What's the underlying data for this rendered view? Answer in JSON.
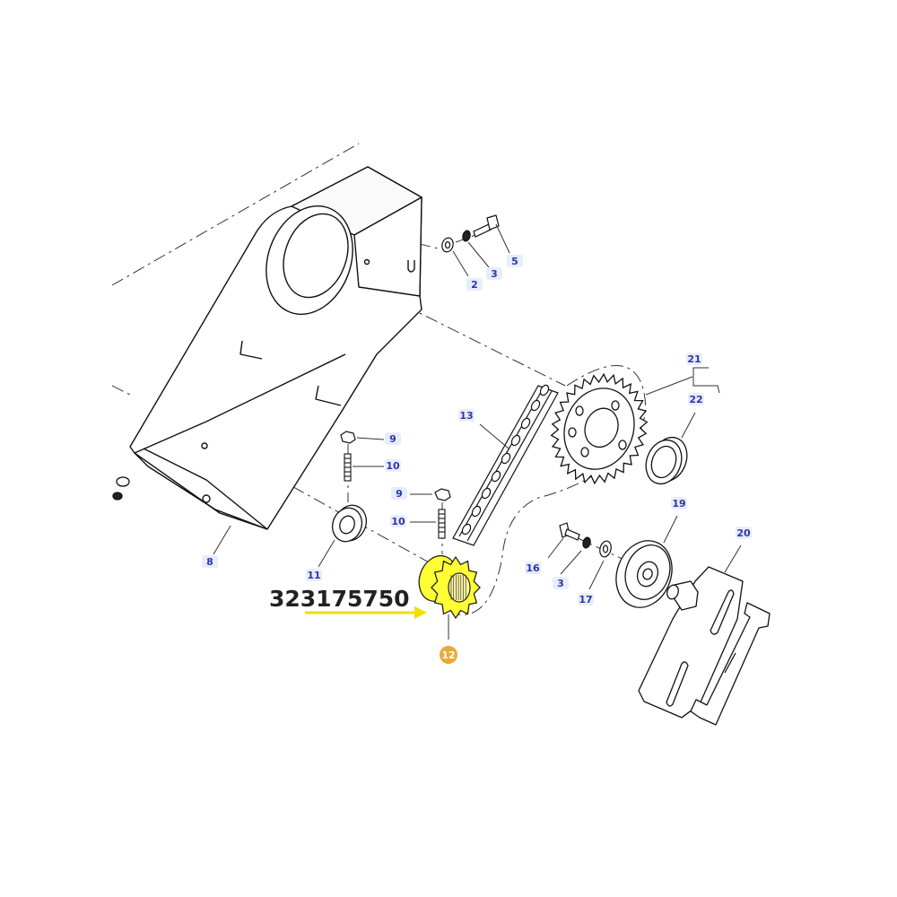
{
  "highlight": {
    "part_number": "323175750",
    "callout": "12",
    "colors": {
      "highlight": "#ffff33",
      "badge": "#e8a93a",
      "arrow": "#f0e000"
    }
  },
  "colors": {
    "callout_text": "#3333aa",
    "callout_bg": "#e6eefc",
    "line": "#222222"
  },
  "callouts": [
    "2",
    "3",
    "5",
    "8",
    "9",
    "10",
    "11",
    "13",
    "16",
    "17",
    "19",
    "20",
    "21",
    "22"
  ]
}
